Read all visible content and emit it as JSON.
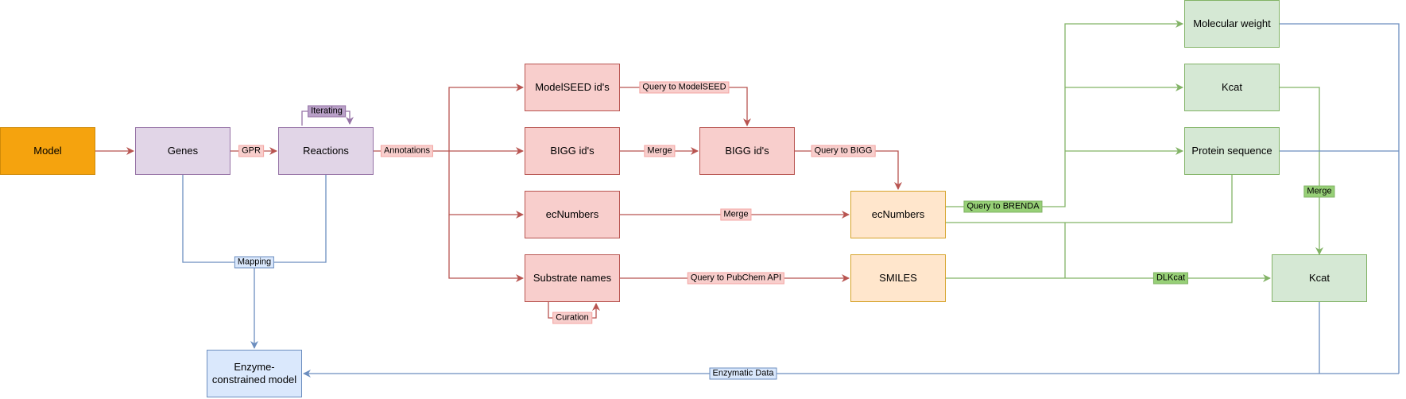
{
  "colors": {
    "red_edge": "#b85450",
    "green_edge": "#82b366",
    "blue_edge": "#6c8ebf",
    "purple_edge": "#9673a6"
  },
  "nodes": {
    "model": "Model",
    "genes": "Genes",
    "reactions": "Reactions",
    "modelseed_ids": "ModelSEED id's",
    "bigg_ids_1": "BIGG id's",
    "bigg_ids_2": "BIGG id's",
    "ec_numbers_1": "ecNumbers",
    "ec_numbers_2": "ecNumbers",
    "substrate_names": "Substrate names",
    "smiles": "SMILES",
    "molecular_weight": "Molecular weight",
    "kcat_brenda": "Kcat",
    "protein_sequence": "Protein sequence",
    "kcat_dlkcat": "Kcat",
    "ec_model": "Enzyme-constrained model"
  },
  "edge_labels": {
    "gpr": "GPR",
    "iterating": "Iterating",
    "annotations": "Annotations",
    "query_modelseed": "Query to ModelSEED",
    "merge_bigg": "Merge",
    "query_bigg": "Query to BIGG",
    "merge_ec": "Merge",
    "query_pubchem": "Query to PubChem API",
    "curation": "Curation",
    "query_brenda": "Query to BRENDA",
    "merge_kcat": "Merge",
    "dlkcat": "DLKcat",
    "mapping": "Mapping",
    "enzymatic_data": "Enzymatic Data"
  }
}
